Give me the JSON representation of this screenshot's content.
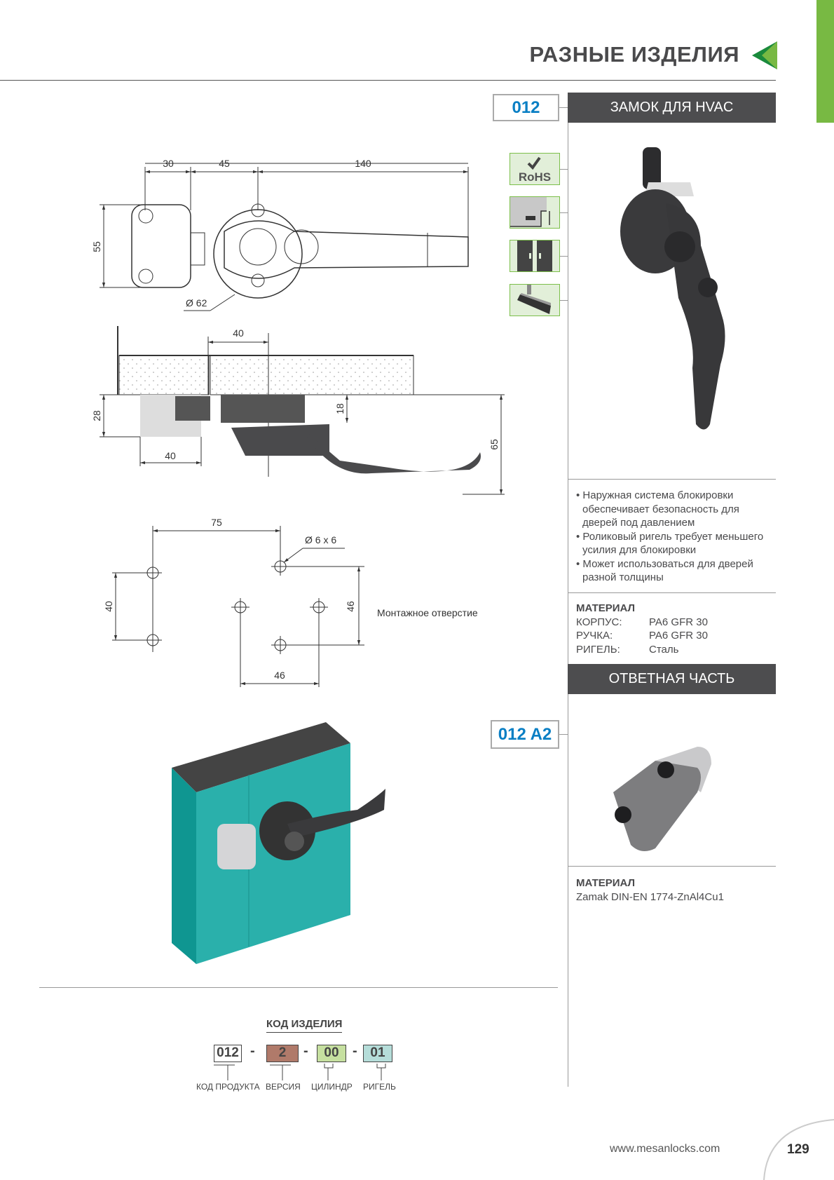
{
  "header": {
    "title": "РАЗНЫЕ ИЗДЕЛИЯ"
  },
  "product": {
    "code": "012",
    "name": "ЗАМОК ДЛЯ HVAC",
    "icons": [
      "rohs-icon",
      "panel-mount-icon",
      "double-door-icon",
      "roller-bolt-icon"
    ],
    "rohs_label": "RoHS",
    "features": [
      "• Наружная система блокировки обеспечивает безопасность для дверей под давлением",
      "• Роликовый ригель требует меньшего усилия для блокировки",
      "• Может использоваться для дверей разной толщины"
    ],
    "material": {
      "title": "МАТЕРИАЛ",
      "rows": [
        {
          "part": "КОРПУС:",
          "value": "PA6 GFR 30"
        },
        {
          "part": "РУЧКА:",
          "value": "PA6 GFR 30"
        },
        {
          "part": "РИГЕЛЬ:",
          "value": "Сталь"
        }
      ]
    }
  },
  "counterpart": {
    "code": "012 A2",
    "name": "ОТВЕТНАЯ ЧАСТЬ",
    "material_title": "МАТЕРИАЛ",
    "material_value": "Zamak DIN-EN 1774-ZnAl4Cu1"
  },
  "drawings": {
    "top": {
      "d1": "30",
      "d2": "45",
      "d3": "140",
      "h": "55",
      "dia": "Ø 62"
    },
    "side": {
      "w": "40",
      "h1": "28",
      "w2": "40",
      "h2": "18",
      "h3": "65"
    },
    "holes": {
      "w": "75",
      "dia": "Ø 6 x 6",
      "h": "40",
      "h2": "46",
      "w2": "46",
      "caption": "Монтажное отверстие"
    }
  },
  "code": {
    "title": "КОД ИЗДЕЛИЯ",
    "parts": [
      {
        "value": "012",
        "label": "КОД ПРОДУКТА",
        "color": "#ffffff"
      },
      {
        "value": "2",
        "label": "ВЕРСИЯ",
        "color": "#b07a6a"
      },
      {
        "value": "00",
        "label": "ЦИЛИНДР",
        "color": "#c6e0a0"
      },
      {
        "value": "01",
        "label": "РИГЕЛЬ",
        "color": "#b5ddd9"
      }
    ],
    "separator": "-"
  },
  "footer": {
    "website": "www.mesanlocks.com",
    "page": "129"
  },
  "colors": {
    "accent": "#78b943",
    "brand_blue": "#0a7fc4",
    "header_dark": "#4d4d4f",
    "teal": "#2ab0ab"
  }
}
